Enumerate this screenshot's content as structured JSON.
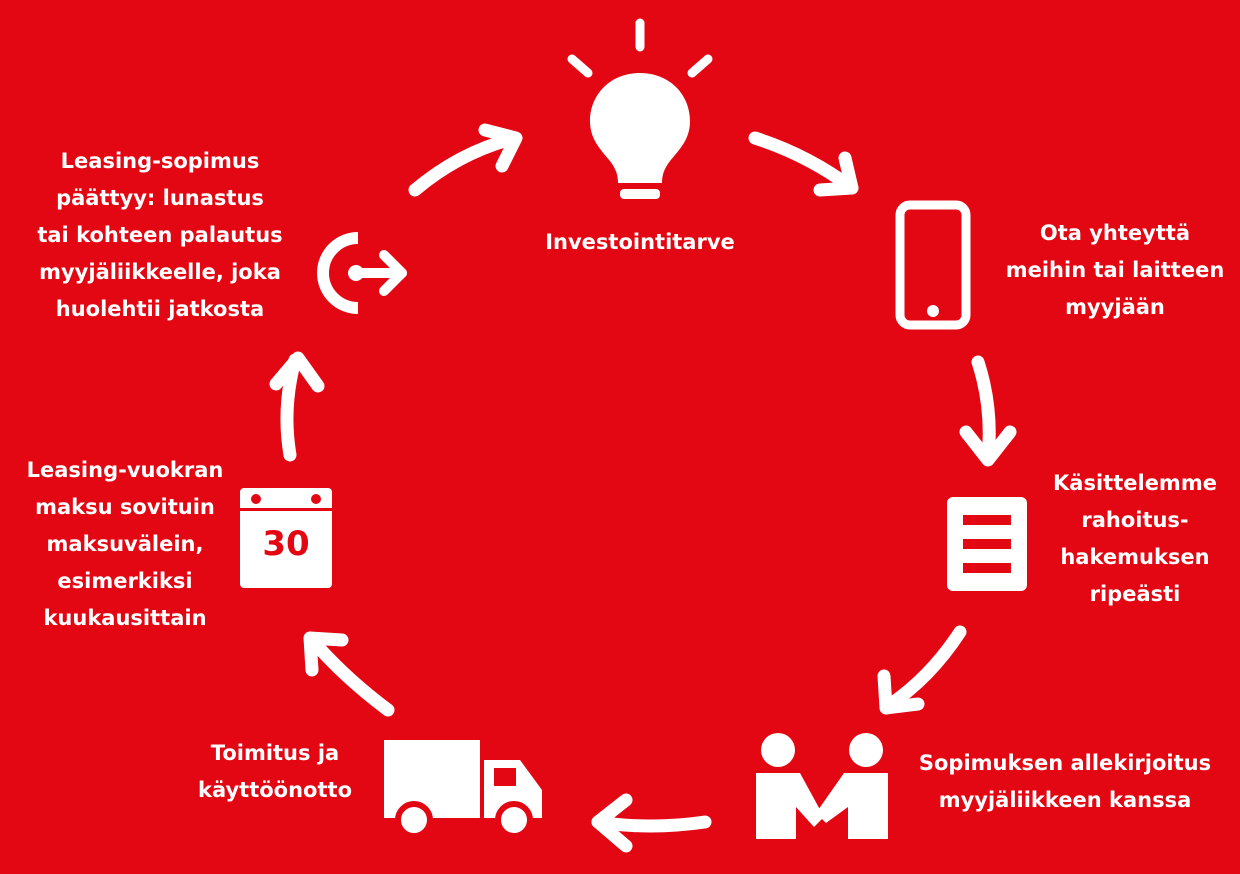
{
  "diagram": {
    "background_color": "#e30613",
    "foreground_color": "#ffffff",
    "steps": [
      {
        "id": "investment-need",
        "icon": "lightbulb-icon",
        "label": "Investointitarve"
      },
      {
        "id": "contact",
        "icon": "smartphone-icon",
        "label": "Ota yhteyttä\nmeihin tai laitteen\nmyyjään"
      },
      {
        "id": "processing",
        "icon": "document-icon",
        "label": "Käsittelemme\nrahoitus-\nhakemuksen\nripeästi"
      },
      {
        "id": "signing",
        "icon": "handshake-icon",
        "label": "Sopimuksen allekirjoitus\nmyyjäliikkeen kanssa"
      },
      {
        "id": "delivery",
        "icon": "delivery-truck-icon",
        "label": "Toimitus ja\nkäyttöönotto"
      },
      {
        "id": "payment",
        "icon": "calendar-icon",
        "label": "Leasing-vuokran\nmaksu sovituin\nmaksuvälein,\nesimerkiksi\nkuukausittain",
        "icon_text": "30"
      },
      {
        "id": "contract-end",
        "icon": "return-exit-icon",
        "label": "Leasing-sopimus\npäättyy: lunastus\ntai kohteen palautus\nmyyjäliikkeelle, joka\nhuolehtii jatkosta"
      }
    ]
  }
}
